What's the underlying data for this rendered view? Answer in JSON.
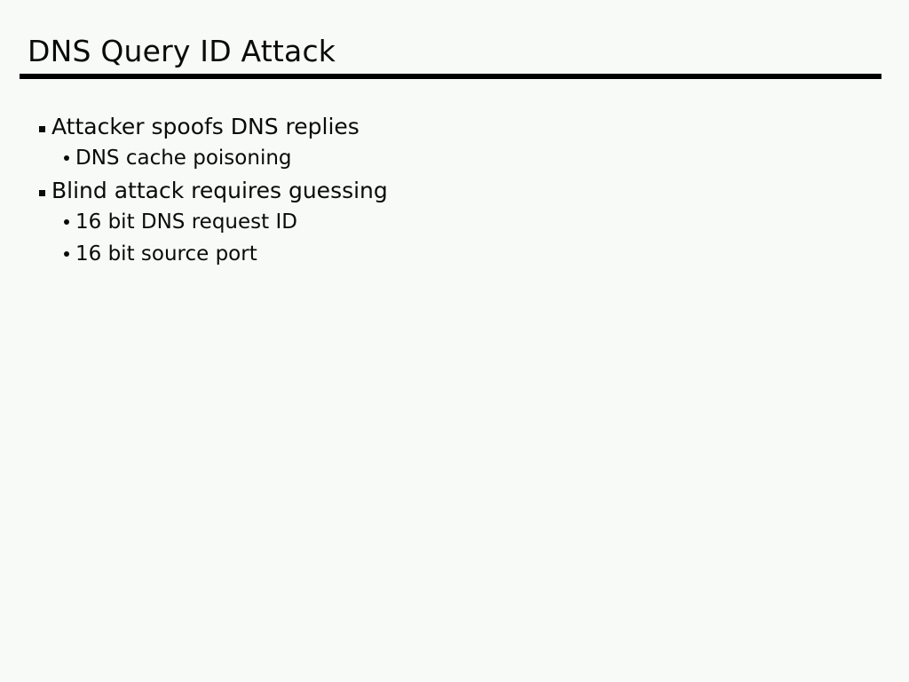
{
  "slide": {
    "title": "DNS Query ID Attack",
    "background_color": "#f7faf7",
    "text_color": "#0a0a0a",
    "rule_color": "#000000",
    "bullets": [
      {
        "level": 1,
        "marker": "square-bullet",
        "text": "Attacker spoofs DNS replies"
      },
      {
        "level": 2,
        "marker": "dot-bullet",
        "text": "DNS cache poisoning"
      },
      {
        "level": 1,
        "marker": "square-bullet",
        "text": "Blind attack requires guessing"
      },
      {
        "level": 2,
        "marker": "dot-bullet",
        "text": "16 bit DNS request ID"
      },
      {
        "level": 2,
        "marker": "dot-bullet",
        "text": "16 bit source port"
      }
    ]
  }
}
